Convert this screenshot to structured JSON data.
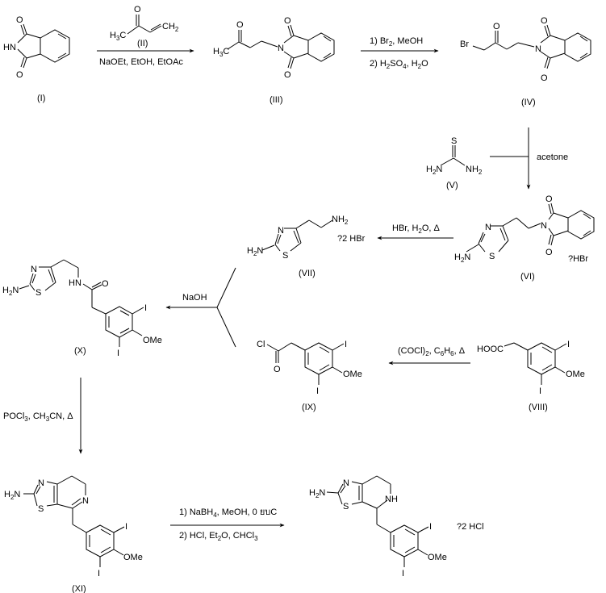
{
  "compounds": {
    "I": {
      "label": "(I)",
      "atoms": {
        "O_top": "O",
        "NH": "HN",
        "O_bot": "O"
      }
    },
    "II": {
      "label": "(II)",
      "atoms": {
        "O": "O",
        "H3C": "H",
        "H3C_sub": "3",
        "H3C_c": "C",
        "CH2": "CH",
        "CH2_sub": "2"
      }
    },
    "III": {
      "label": "(III)",
      "atoms": {
        "O_ketone": "O",
        "H3C": "H",
        "H3C_sub": "3",
        "H3C_c": "C",
        "N": "N",
        "O_top": "O",
        "O_bot": "O"
      }
    },
    "IV": {
      "label": "(IV)",
      "atoms": {
        "Br": "Br",
        "O_ketone": "O",
        "N": "N",
        "O_top": "O",
        "O_bot": "O"
      }
    },
    "V": {
      "label": "(V)",
      "atoms": {
        "S": "S",
        "H2N": "H",
        "H2N_sub": "2",
        "H2N_n": "N",
        "NH2": "NH",
        "NH2_sub": "2"
      }
    },
    "VI": {
      "label": "(VI)",
      "salt": "?HBr",
      "atoms": {
        "N_ring": "N",
        "S": "S",
        "H2N": "H",
        "H2N_sub": "2",
        "H2N_n": "N",
        "N_imide": "N",
        "O_top": "O",
        "O_bot": "O"
      }
    },
    "VII": {
      "label": "(VII)",
      "salt": "?2 HBr",
      "atoms": {
        "N_ring": "N",
        "S": "S",
        "H2N": "H",
        "H2N_sub": "2",
        "H2N_n": "N",
        "NH2": "NH",
        "NH2_sub": "2"
      }
    },
    "VIII": {
      "label": "(VIII)",
      "atoms": {
        "HOOC": "HOOC",
        "I_top": "I",
        "OMe": "OMe",
        "I_bot": "I"
      }
    },
    "IX": {
      "label": "(IX)",
      "atoms": {
        "Cl": "Cl",
        "O": "O",
        "I_top": "I",
        "OMe": "OMe",
        "I_bot": "I"
      }
    },
    "X": {
      "label": "(X)",
      "atoms": {
        "N_ring": "N",
        "S": "S",
        "H2N": "H",
        "H2N_sub": "2",
        "H2N_n": "N",
        "HN": "HN",
        "O": "O",
        "I_top": "I",
        "OMe": "OMe",
        "I_bot": "I"
      }
    },
    "XI": {
      "label": "(XI)",
      "atoms": {
        "N_ring": "N",
        "S": "S",
        "H2N": "H",
        "H2N_sub": "2",
        "H2N_n": "N",
        "N_pyr": "N",
        "I_top": "I",
        "OMe": "OMe",
        "I_bot": "I"
      }
    },
    "final": {
      "salt": "?2 HCl",
      "atoms": {
        "N_ring": "N",
        "S": "S",
        "H2N": "H",
        "H2N_sub": "2",
        "H2N_n": "N",
        "NH": "NH",
        "I_top": "I",
        "OMe": "OMe",
        "I_bot": "I"
      }
    }
  },
  "reactions": {
    "r1": {
      "reagents": "NaOEt, EtOH, EtOAc"
    },
    "r2": {
      "line1_a": "1) Br",
      "line1_sub": "2",
      "line1_b": ", MeOH",
      "line2_a": "2) H",
      "line2_sub1": "2",
      "line2_b": "SO",
      "line2_sub2": "4",
      "line2_c": ", H",
      "line2_sub3": "2",
      "line2_d": "O"
    },
    "r3": {
      "conditions": "acetone"
    },
    "r4": {
      "a": "HBr, H",
      "sub": "2",
      "b": "O, Δ"
    },
    "r5": {
      "a": "(COCl)",
      "sub1": "2",
      "b": ", C",
      "sub2": "6",
      "c": "H",
      "sub3": "6",
      "d": ", Δ"
    },
    "r6": {
      "conditions": "NaOH"
    },
    "r7": {
      "a": "POCl",
      "sub1": "3",
      "b": ", CH",
      "sub2": "3",
      "c": "CN, Δ"
    },
    "r8": {
      "line1_a": "1) NaBH",
      "line1_sub": "4",
      "line1_b": ", MeOH, 0 ยบC",
      "line2_a": "2) HCl, Et",
      "line2_sub1": "2",
      "line2_b": "O, CHCl",
      "line2_sub2": "3"
    }
  }
}
